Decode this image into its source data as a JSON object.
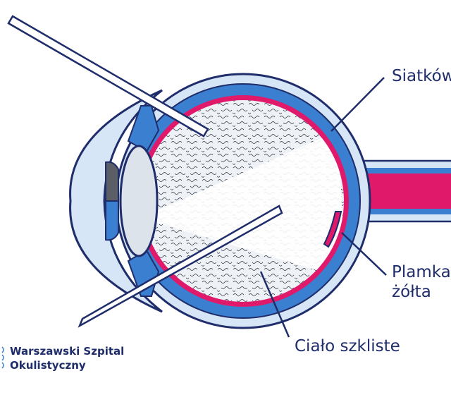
{
  "labels": {
    "retina": "Siatków",
    "macula_line1": "Plamka",
    "macula_line2": "żółta",
    "vitreous": "Ciało szkliste"
  },
  "logo": {
    "line1": "Warszawski Szpital",
    "line2": "Okulistyczny"
  },
  "colors": {
    "navy": "#1f2d6b",
    "sclera": "#3b7fd0",
    "outer_layer": "#d6e6f6",
    "retina": "#e0196b",
    "lens": "#dde3ea",
    "iris": "#5b5e64",
    "vitreous_bg": "#eef2f7"
  }
}
